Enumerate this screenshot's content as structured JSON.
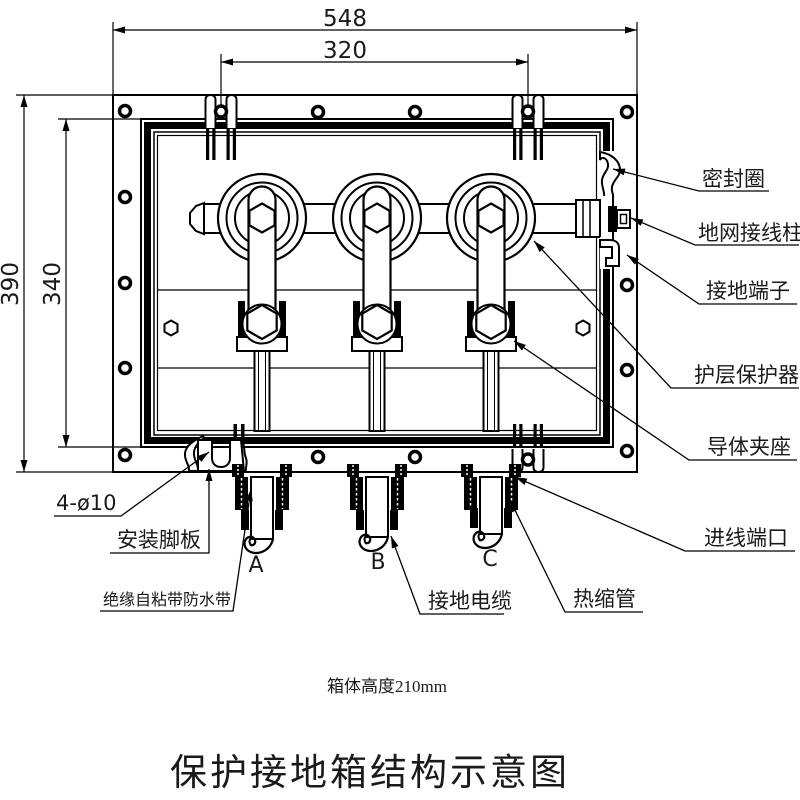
{
  "drawing": {
    "type": "engineering-diagram",
    "title": "保护接地箱结构示意图",
    "note": "箱体高度210mm",
    "dimensions": {
      "outer_width": "548",
      "mounting_bracket_spacing": "320",
      "outer_height": "390",
      "lid_height": "340",
      "mounting_hole_spec": "4-ø10"
    },
    "phase_labels": {
      "a": "A",
      "b": "B",
      "c": "C"
    },
    "callouts": {
      "seal_ring": "密封圈",
      "ground_grid_post": "地网接线柱",
      "grounding_terminal": "接地端子",
      "sheath_protector": "护层保护器",
      "conductor_clamp": "导体夹座",
      "inlet_port": "进线端口",
      "heat_shrink_tube": "热缩管",
      "grounding_cable": "接地电缆",
      "mounting_foot_plate": "安装脚板",
      "insulating_waterproof_tape": "绝缘自粘带防水带"
    },
    "colors": {
      "line": "#000000",
      "background": "#ffffff"
    }
  }
}
